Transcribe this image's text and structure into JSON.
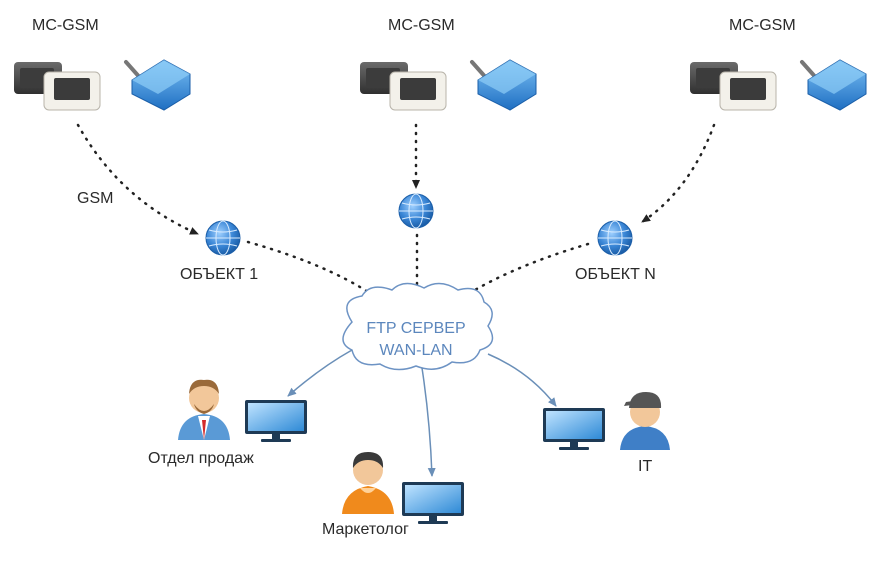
{
  "devices": [
    {
      "label": "MC-GSM"
    },
    {
      "label": "MC-GSM"
    },
    {
      "label": "MC-GSM"
    }
  ],
  "link_label": "GSM",
  "objects": [
    {
      "label": "ОБЪЕКТ 1"
    },
    {
      "label": "ОБЪЕКТ N"
    }
  ],
  "server": {
    "line1": "FTP СЕРВЕР",
    "line2": "WAN-LAN"
  },
  "users": [
    {
      "label": "Отдел продаж",
      "avatar": "businessman-icon"
    },
    {
      "label": "Маркетолог",
      "avatar": "orange-person-icon"
    },
    {
      "label": "IT",
      "avatar": "person-cap-icon"
    }
  ],
  "colors": {
    "dotted_link": "#222222",
    "arrow": "#6a8fb8",
    "cloud_stroke": "#6d93c4",
    "cloud_text": "#5c87bd",
    "globe": "#3a86d6",
    "modem": "#2f86d8"
  }
}
